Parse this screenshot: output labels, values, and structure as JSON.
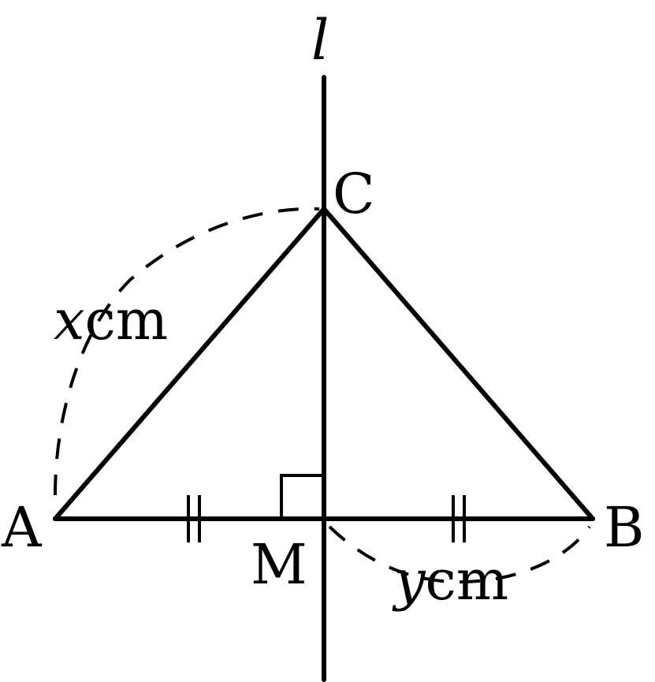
{
  "diagram": {
    "line_label": "l",
    "points": {
      "A": "A",
      "B": "B",
      "C": "C",
      "M": "M"
    },
    "side_labels": {
      "x_var": "x",
      "x_unit": "cm",
      "y_var": "y",
      "y_unit": "cm"
    },
    "marks": {
      "right_angle_at": "M",
      "equal_segments": [
        "AM",
        "MB"
      ]
    },
    "colors": {
      "stroke": "#000000",
      "background": "#ffffff"
    }
  }
}
